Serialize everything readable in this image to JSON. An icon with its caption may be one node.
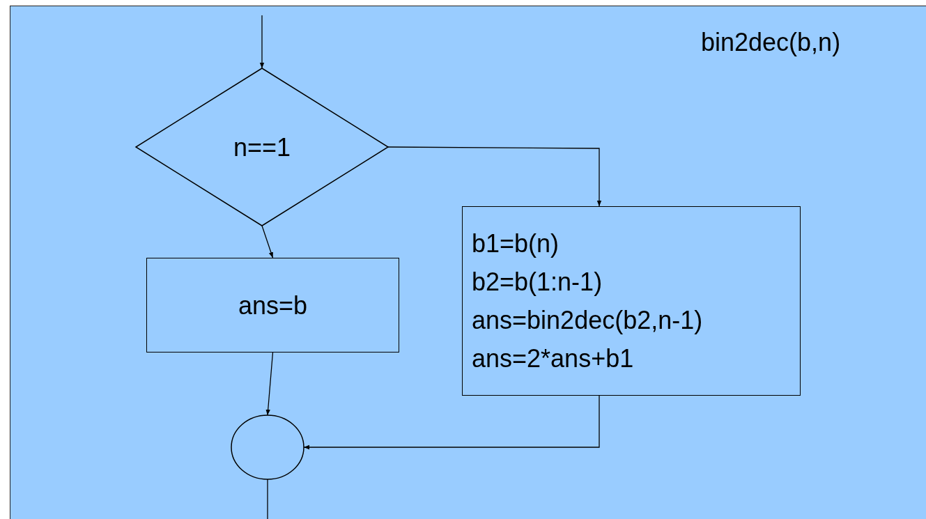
{
  "diagram": {
    "title": "bin2dec(b,n)",
    "nodes": [
      {
        "text": [
          "n==1"
        ]
      },
      {
        "text": [
          "ans=b"
        ]
      },
      {
        "text": [
          "b1=b(n)",
          "b2=b(1:n-1)",
          "ans=bin2dec(b2,n-1)",
          "ans=2*ans+b1"
        ]
      },
      {
        "text": [],
        "shape": "circle"
      }
    ],
    "edges": [
      {
        "from": null,
        "to": 0,
        "arrow": "to"
      },
      {
        "from": 0,
        "to": 2,
        "arrow": "to"
      },
      {
        "from": 0,
        "to": 1,
        "arrow": "to"
      },
      {
        "from": 1,
        "to": 3,
        "arrow": "to"
      },
      {
        "from": 2,
        "to": 3,
        "arrow": "to"
      },
      {
        "from": 3,
        "to": null,
        "arrow": "none"
      }
    ]
  }
}
